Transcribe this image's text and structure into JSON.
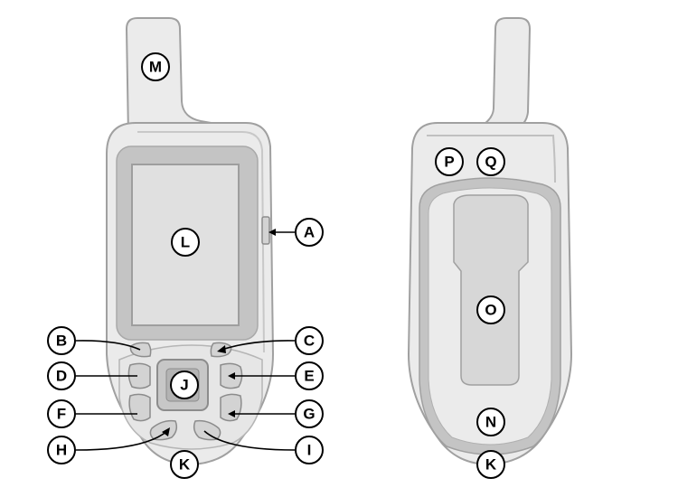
{
  "colors": {
    "body": "#ebebeb",
    "body_stroke": "#a0a0a0",
    "bezel": "#c4c4c4",
    "screen": "#e0e0e0",
    "screen_border": "#9e9e9e",
    "button": "#d3d3d3",
    "button_stroke": "#8c8c8c"
  },
  "devices": {
    "front": {
      "callouts": {
        "A": "A",
        "B": "B",
        "C": "C",
        "D": "D",
        "E": "E",
        "F": "F",
        "G": "G",
        "H": "H",
        "I": "I",
        "J": "J",
        "K": "K",
        "L": "L",
        "M": "M"
      }
    },
    "back": {
      "callouts": {
        "P": "P",
        "Q": "Q",
        "O": "O",
        "N": "N",
        "K": "K"
      }
    }
  }
}
